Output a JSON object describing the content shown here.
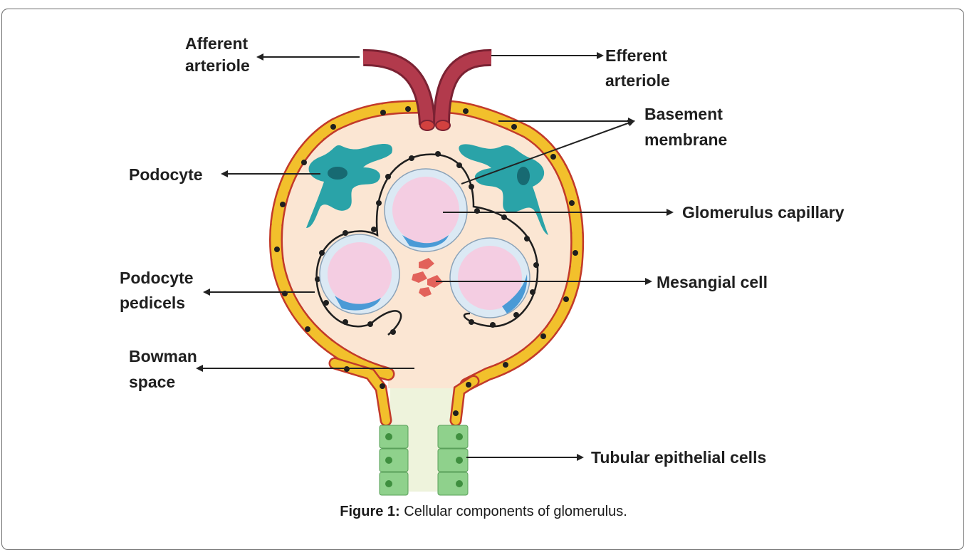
{
  "labels": {
    "afferent_1": "Afferent",
    "afferent_2": "arteriole",
    "efferent_1": "Efferent",
    "efferent_2": "arteriole",
    "basement_1": "Basement",
    "basement_2": "membrane",
    "podocyte": "Podocyte",
    "glomerulus_capillary": "Glomerulus capillary",
    "pedicels_1": "Podocyte",
    "pedicels_2": "pedicels",
    "mesangial": "Mesangial cell",
    "bowman_1": "Bowman",
    "bowman_2": "space",
    "tubular": "Tubular epithelial cells"
  },
  "caption": {
    "label": "Figure 1:",
    "text": " Cellular components of glomerulus."
  },
  "colors": {
    "capsule_wall": "#f2c02c",
    "capsule_outline": "#c23a2a",
    "bowman_space": "#fbe6d3",
    "podocyte": "#2aa3a8",
    "capillary_lumen": "#f4cde2",
    "endothelium": "#d8e8f4",
    "nucleus_blue": "#4a9ad6",
    "mesangial": "#e2625a",
    "arteriole": "#b23a4c",
    "tubule_cells": "#8fd18c",
    "tubule_lumen": "#eef3dc"
  }
}
